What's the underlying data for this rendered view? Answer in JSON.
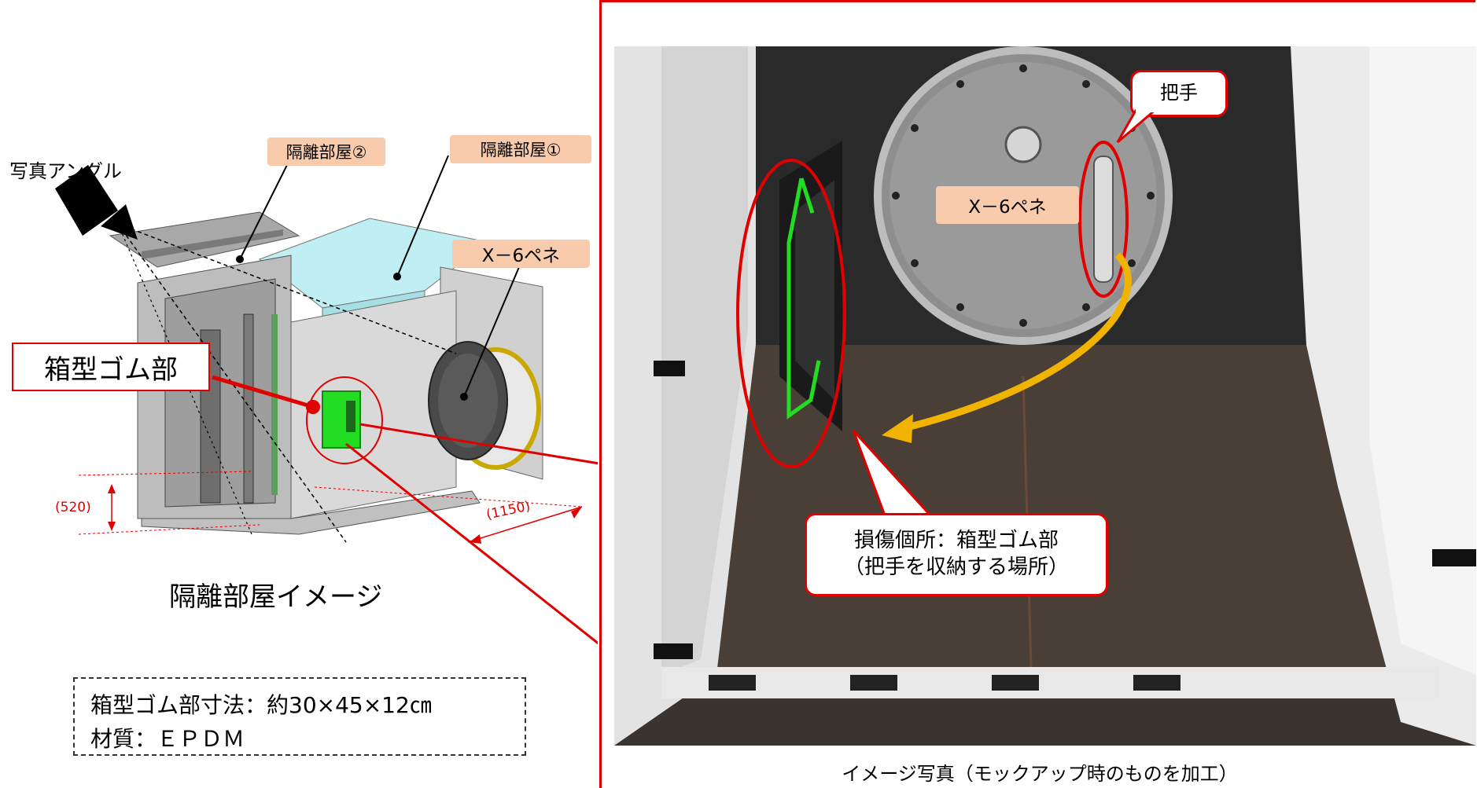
{
  "left": {
    "camera_label": "写真アングル",
    "room2_label": "隔離部屋②",
    "room1_label": "隔離部屋①",
    "x6_label": "X－6ペネ",
    "box_rubber_label": "箱型ゴム部",
    "dim_height": "(520)",
    "dim_width": "(1150)",
    "caption": "隔離部屋イメージ",
    "spec_size": "箱型ゴム部寸法：約30×45×12㎝",
    "spec_material": "材質：ＥＰＤＭ"
  },
  "right": {
    "handle_label": "把手",
    "x6_label": "X－6ペネ",
    "damage_line1": "損傷個所：箱型ゴム部",
    "damage_line2": "（把手を収納する場所）",
    "caption": "イメージ写真（モックアップ時のものを加工）"
  },
  "colors": {
    "callout_red": "#e00000",
    "label_bg": "#f8cbad",
    "rubber_green": "#22dd22",
    "arrow_yellow": "#f0b400"
  }
}
